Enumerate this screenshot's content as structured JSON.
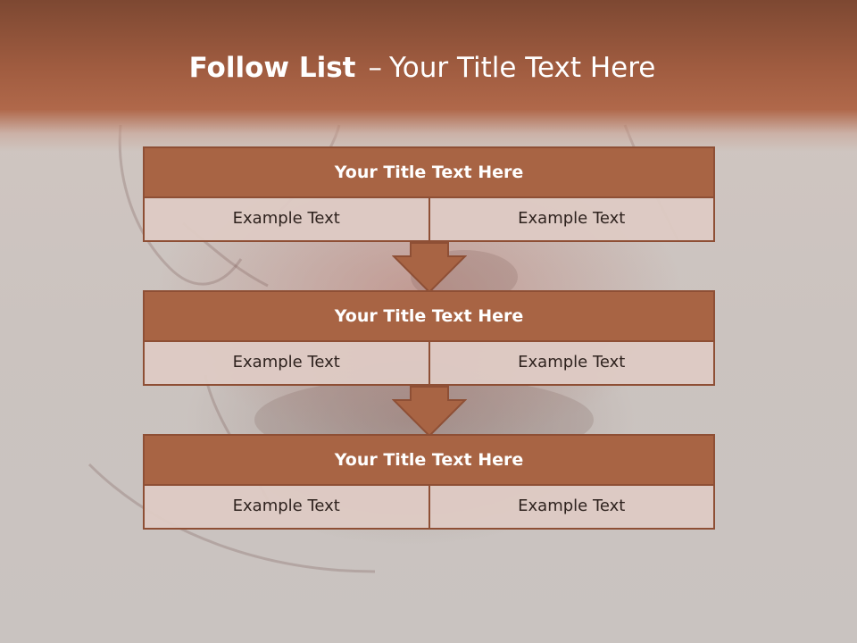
{
  "slide": {
    "title_bold": "Follow List",
    "title_separator": "–",
    "title_rest": "Your Title Text Here"
  },
  "colors": {
    "header_band": "#a86444",
    "box_header": "#a86444",
    "box_border": "#8e4f35",
    "cell_fill": "#decac4",
    "title_text": "#ffffff"
  },
  "blocks": [
    {
      "title": "Your Title Text Here",
      "cells": [
        "Example Text",
        "Example Text"
      ]
    },
    {
      "title": "Your Title Text Here",
      "cells": [
        "Example Text",
        "Example Text"
      ]
    },
    {
      "title": "Your Title Text Here",
      "cells": [
        "Example Text",
        "Example Text"
      ]
    }
  ],
  "arrows": [
    {
      "icon": "down-arrow-icon"
    },
    {
      "icon": "down-arrow-icon"
    }
  ]
}
